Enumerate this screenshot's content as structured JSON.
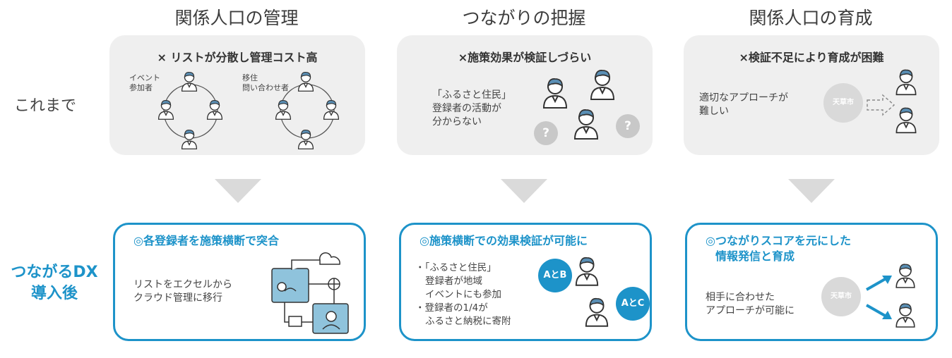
{
  "columns": [
    {
      "title": "関係人口の管理"
    },
    {
      "title": "つながりの把握"
    },
    {
      "title": "関係人口の育成"
    }
  ],
  "rows": {
    "before_label": "これまで",
    "after_label_line1": "つながるDX",
    "after_label_line2": "導入後"
  },
  "before": [
    {
      "heading": "× リストが分散し管理コスト高",
      "group1_line1": "イベント",
      "group1_line2": "参加者",
      "group2_line1": "移住",
      "group2_line2": "問い合わせ者"
    },
    {
      "heading": "×施策効果が検証しづらい",
      "text_line1": "「ふるさと住民」",
      "text_line2": "登録者の活動が",
      "text_line3": "分からない",
      "bubble": "?"
    },
    {
      "heading": "×検証不足により育成が困難",
      "text_line1": "適切なアプローチが",
      "text_line2": "難しい",
      "badge": "天草市"
    }
  ],
  "after": [
    {
      "heading": "◎各登録者を施策横断で突合",
      "text_line1": "リストをエクセルから",
      "text_line2": "クラウド管理に移行"
    },
    {
      "heading": "◎施策横断での効果検証が可能に",
      "text_line1": "・「ふるさと住民」",
      "text_line2": "登録者が地域",
      "text_line3": "イベントにも参加",
      "text_line4": "・登録者の1/4が",
      "text_line5": "ふるさと納税に寄附",
      "bubble1": "AとB",
      "bubble2": "AとC"
    },
    {
      "heading_line1": "◎つながりスコアを元にした",
      "heading_line2": "情報発信と育成",
      "text_line1": "相手に合わせた",
      "text_line2": "アプローチが可能に",
      "badge": "天草市"
    }
  ],
  "colors": {
    "accent": "#1d93c9",
    "panel_gray": "#efefef",
    "arrow_gray": "#dadada",
    "person_blue": "#5a8fb5"
  }
}
